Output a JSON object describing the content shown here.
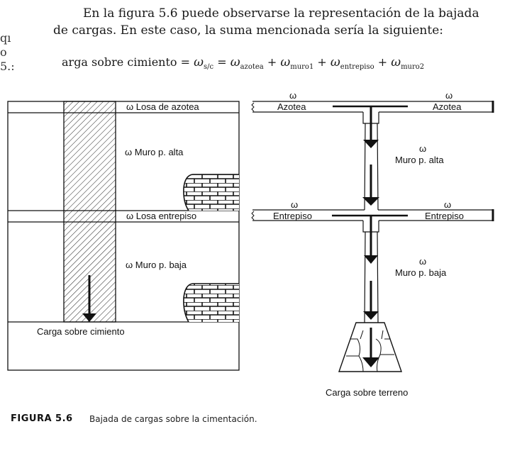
{
  "page": {
    "edge_fragments": [
      "qı",
      "o",
      "5.:"
    ],
    "paragraph": {
      "line1": "En la figura 5.6 puede observarse la representación de la bajada",
      "line2": "de cargas. En este caso, la suma mencionada sería la siguiente:"
    },
    "equation": {
      "lhs": "arga sobre cimiento =",
      "omega": "ω",
      "terms": [
        {
          "sub": "s/c",
          "op": "="
        },
        {
          "sub": "azotea",
          "op": "+"
        },
        {
          "sub": "muro1",
          "op": "+"
        },
        {
          "sub": "entrepiso",
          "op": "+"
        },
        {
          "sub": "muro2",
          "op": ""
        }
      ]
    }
  },
  "figure": {
    "left": {
      "labels": {
        "losa_azotea": "ω Losa de azotea",
        "muro_alta": "ω Muro p. alta",
        "losa_entrepiso": "ω Losa entrepiso",
        "muro_baja": "ω Muro p. baja",
        "carga_cimiento": "Carga sobre cimiento"
      }
    },
    "right": {
      "omega": "ω",
      "labels": {
        "azotea_left": "Azotea",
        "azotea_right": "Azotea",
        "muro_alta": "Muro p. alta",
        "entrepiso_left": "Entrepiso",
        "entrepiso_right": "Entrepiso",
        "muro_baja": "Muro p. baja",
        "carga_terreno": "Carga sobre terreno"
      }
    },
    "caption": {
      "number": "FIGURA 5.6",
      "text": "Bajada de cargas sobre la cimentación."
    }
  }
}
